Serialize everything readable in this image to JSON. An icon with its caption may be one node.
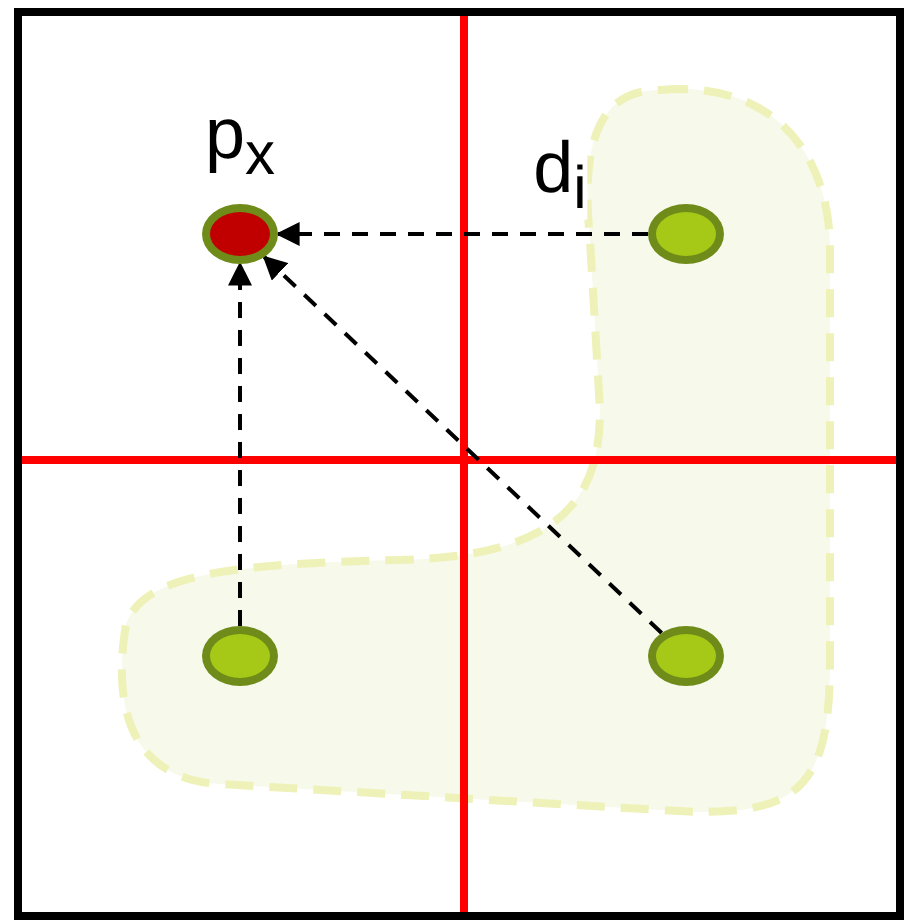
{
  "diagram": {
    "nodes": [
      {
        "text": [],
        "shape": "circle",
        "beside": [
          "p$_{x}$"
        ]
      },
      {
        "text": [],
        "shape": "circle"
      },
      {
        "text": [],
        "shape": "circle"
      },
      {
        "text": [],
        "shape": "circle"
      }
    ],
    "edges": [
      {
        "from": 1,
        "to": 0,
        "arrow": "to",
        "label": "d$_{i}$",
        "style": "dashed"
      },
      {
        "from": 2,
        "to": 0,
        "arrow": "to",
        "style": "dashed"
      },
      {
        "from": 3,
        "to": 0,
        "arrow": "to",
        "style": "dashed"
      }
    ]
  }
}
